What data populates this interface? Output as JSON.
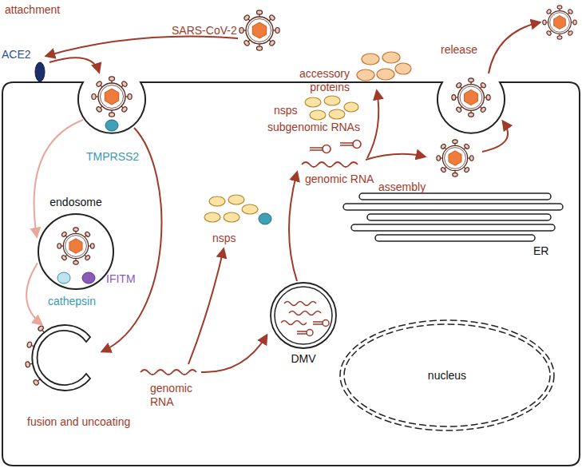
{
  "diagram": {
    "nodes": [
      {
        "text": [
          "endosome"
        ]
      },
      {
        "text": [
          "ER"
        ]
      },
      {
        "text": [
          "DMV"
        ]
      },
      {
        "text": [
          "fusion and uncoating"
        ]
      },
      {
        "text": [
          "nucleus"
        ]
      }
    ],
    "edges": [
      {
        "from": 0,
        "to": 3,
        "arrow": "to"
      }
    ],
    "labels": [
      "attachment",
      "SARS-CoV-2",
      "ACE2",
      "release",
      "accessory proteins",
      "nsps",
      "subgenomic RNAs",
      "TMPRSS2",
      "genomic RNA",
      "assembly",
      "nsps",
      "IFITM",
      "cathepsin",
      "genomic RNA"
    ]
  }
}
